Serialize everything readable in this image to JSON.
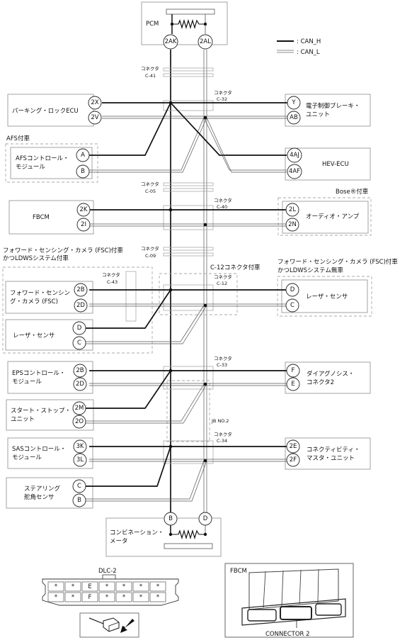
{
  "legend": {
    "can_h": ": CAN_H",
    "can_l": ": CAN_L"
  },
  "pcm": {
    "label": "PCM",
    "pin_h": "2AK",
    "pin_l": "2AL"
  },
  "connectors": {
    "c41": [
      "コネクタ",
      "C-41"
    ],
    "c32": [
      "コネクタ",
      "C-32"
    ],
    "c05": [
      "コネクタ",
      "C-05"
    ],
    "c40": [
      "コネクタ",
      "C-40"
    ],
    "c09": [
      "コネクタ",
      "C-09"
    ],
    "c43": [
      "コネクタ",
      "C-43"
    ],
    "c12": [
      "コネクタ",
      "C-12"
    ],
    "c33": [
      "コネクタ",
      "C-33"
    ],
    "c34": [
      "コネクタ",
      "C-34"
    ]
  },
  "notes": {
    "afs": "AFS付車",
    "bose": "Bose®付車",
    "fsc_ldws_l1": "フォワード・センシング・カメラ (FSC)付車",
    "fsc_ldws_l2": "かつLDWSシステム付車",
    "c12_group": "C-12コネクタ付車",
    "fsc_no_l1": "フォワード・センシング・カメラ (FSC)付車",
    "fsc_no_l2": "かつLDWSシステム無車",
    "jb": "JB NO.2"
  },
  "modules": {
    "parking": {
      "label": "パーキング・ロックECU",
      "pins": [
        "2X",
        "2V"
      ]
    },
    "brake": {
      "lines": [
        "電子制御ブレーキ・",
        "ユニット"
      ],
      "pins": [
        "Y",
        "AB"
      ]
    },
    "afs": {
      "lines": [
        "AFSコントロール・",
        "モジュール"
      ],
      "pins": [
        "A",
        "B"
      ]
    },
    "hev": {
      "label": "HEV-ECU",
      "pins": [
        "4AJ",
        "4AF"
      ]
    },
    "fbcm": {
      "label": "FBCM",
      "pins": [
        "2K",
        "2I"
      ]
    },
    "audio": {
      "label": "オーディオ・アンプ",
      "pins": [
        "2L",
        "2N"
      ]
    },
    "fsc": {
      "lines": [
        "フォワード・センシン",
        "グ・カメラ (FSC)"
      ],
      "pins": [
        "2B",
        "2D"
      ]
    },
    "laser_l": {
      "label": "レーザ・センサ",
      "pins": [
        "D",
        "C"
      ]
    },
    "laser_r": {
      "label": "レーザ・センサ",
      "pins": [
        "D",
        "C"
      ]
    },
    "eps": {
      "lines": [
        "EPSコントロール・",
        "モジュール"
      ],
      "pins": [
        "2B",
        "2D"
      ]
    },
    "dlc": {
      "lines": [
        "ダイアグノシス・",
        "コネクタ2"
      ],
      "pins": [
        "F",
        "E"
      ]
    },
    "startstop": {
      "lines": [
        "スタート・ストップ・",
        "ユニット"
      ],
      "pins": [
        "2M",
        "2O"
      ]
    },
    "sas": {
      "lines": [
        "SASコントロール・",
        "モジュール"
      ],
      "pins": [
        "3K",
        "3L"
      ]
    },
    "conn_master": {
      "lines": [
        "コネクティビティ・",
        "マスタ・ユニット"
      ],
      "pins": [
        "2E",
        "2F"
      ]
    },
    "steer": {
      "lines": [
        "ステアリング",
        "舵角センサ"
      ],
      "pins": [
        "C",
        "B"
      ]
    }
  },
  "meter": {
    "lines": [
      "コンビネーション・",
      "メータ"
    ],
    "pin_h": "B",
    "pin_l": "D"
  },
  "dlc2": {
    "title": "DLC-2",
    "row1": [
      "*",
      "*",
      "E",
      "*",
      "*",
      "*",
      "*"
    ],
    "row2": [
      "*",
      "*",
      "F",
      "*",
      "*",
      "*",
      "*"
    ]
  },
  "fbcm_inset": {
    "title": "FBCM",
    "caption": "CONNECTOR 2"
  }
}
